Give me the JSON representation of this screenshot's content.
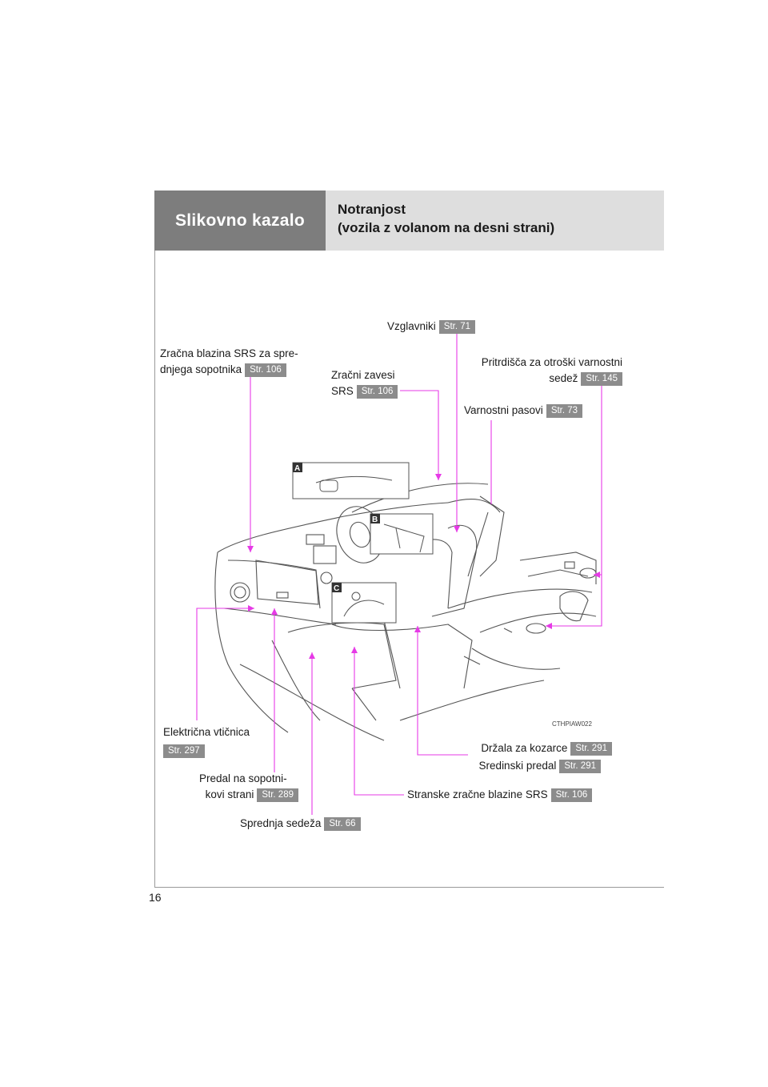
{
  "header": {
    "section": "Slikovno kazalo",
    "title_line1": "Notranjost",
    "title_line2": "(vozila z volanom na desni strani)"
  },
  "page_number": "16",
  "image_code": "CTHPIAW022",
  "inset_letters": [
    "A",
    "B",
    "C"
  ],
  "labels": {
    "headrests": {
      "text": "Vzglavniki",
      "ref": "Str. 71"
    },
    "passenger_airbag": {
      "line1": "Zračna blazina SRS za spre-",
      "line2": "dnjega sopotnika",
      "ref": "Str. 106"
    },
    "curtain_airbags": {
      "line1": "Zračni zavesi",
      "line2": "SRS",
      "ref": "Str. 106"
    },
    "child_seat": {
      "line1": "Pritrdišča za otroški varnostni",
      "line2": "sedež",
      "ref": "Str. 145"
    },
    "seat_belts": {
      "text": "Varnostni pasovi",
      "ref": "Str. 73"
    },
    "power_outlet": {
      "text": "Električna vtičnica",
      "ref": "Str. 297"
    },
    "cup_holders": {
      "text": "Držala za kozarce",
      "ref": "Str. 291"
    },
    "console_box": {
      "text": "Sredinski predal",
      "ref": "Str. 291"
    },
    "glove_box": {
      "line1": "Predal na sopotni-",
      "line2": "kovi strani",
      "ref": "Str. 289"
    },
    "side_airbags": {
      "text": "Stranske zračne blazine SRS",
      "ref": "Str. 106"
    },
    "front_seats": {
      "text": "Sprednja sedeža",
      "ref": "Str. 66"
    }
  },
  "colors": {
    "leader": "#e63ae6",
    "header_dark": "#7d7d7d",
    "header_light": "#dedede",
    "badge": "#8c8c8c"
  }
}
